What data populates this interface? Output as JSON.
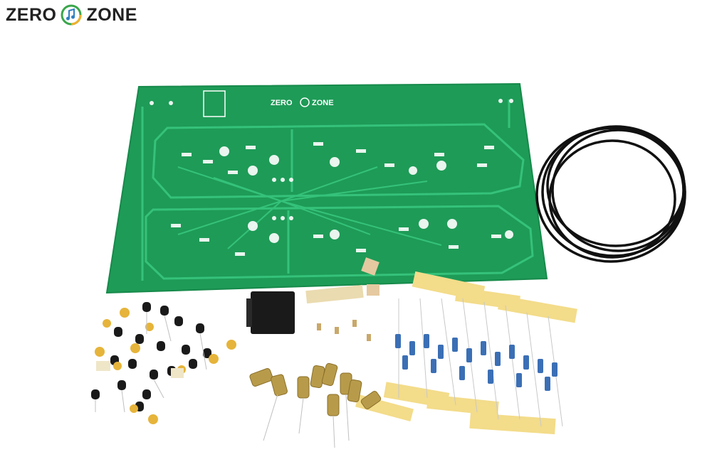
{
  "brand": {
    "left_word": "ZERO",
    "right_word": "ZONE",
    "icon": "music-note-circle-icon"
  },
  "pcb": {
    "silkscreen_brand_left": "ZERO",
    "silkscreen_brand_right": "ZONE",
    "board_color": "#1fa05a",
    "trace_color": "#2bb86a",
    "silk_color": "#ffffff"
  },
  "components": {
    "cable_color": "#111111",
    "resistor_color": "#3b6fb5",
    "tape_color": "#f3dc8a",
    "capacitor_color": "#b89b4a",
    "transistor_color": "#1a1a1a",
    "tantalum_color": "#e6b43a"
  }
}
